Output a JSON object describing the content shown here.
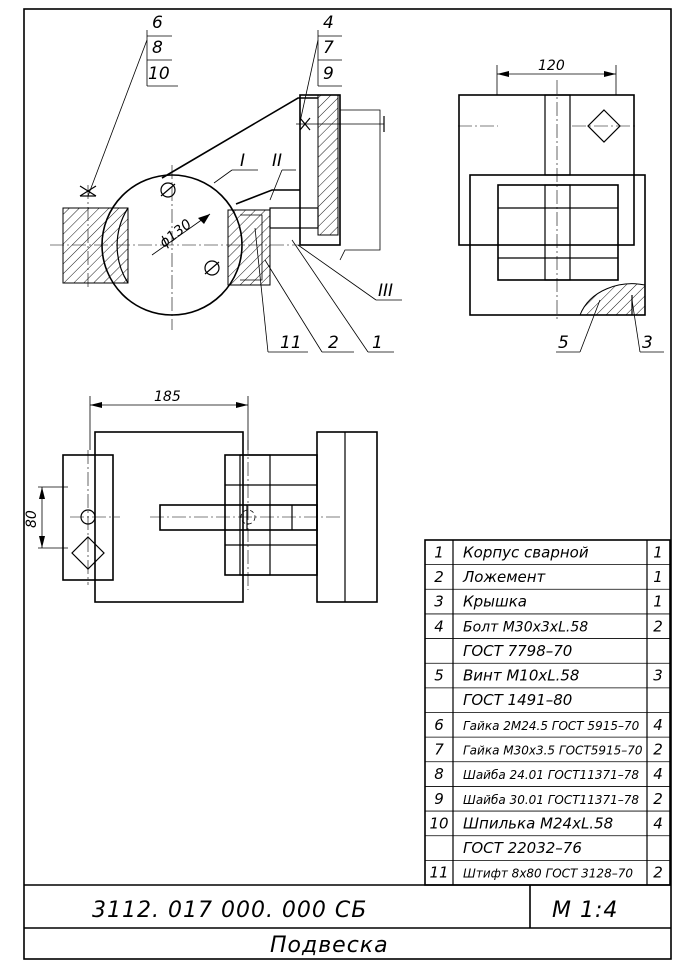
{
  "callouts": {
    "top_left": [
      "6",
      "8",
      "10"
    ],
    "top_mid": [
      "4",
      "7",
      "9"
    ],
    "section_I": "I",
    "section_II": "II",
    "section_III": "III",
    "front_bottom": [
      "11",
      "2",
      "1"
    ],
    "side": [
      "5",
      "3"
    ]
  },
  "dimensions": {
    "diameter": "ϕ130",
    "side_width": "120",
    "plan_width": "185",
    "plan_height": "80"
  },
  "parts_list": [
    {
      "pos": "1",
      "name": "Корпус сварной",
      "qty": "1",
      "size": 15
    },
    {
      "pos": "2",
      "name": "Ложемент",
      "qty": "1",
      "size": 15
    },
    {
      "pos": "3",
      "name": "Крышка",
      "qty": "1",
      "size": 15
    },
    {
      "pos": "4",
      "name": "Болт М30х3хL.58",
      "qty": "2",
      "size": 14
    },
    {
      "pos": "",
      "name": "ГОСТ 7798–70",
      "qty": "",
      "size": 15
    },
    {
      "pos": "5",
      "name": "Винт М10хL.58",
      "qty": "3",
      "size": 15
    },
    {
      "pos": "",
      "name": "ГОСТ 1491–80",
      "qty": "",
      "size": 15
    },
    {
      "pos": "6",
      "name": "Гайка 2М24.5 ГОСТ 5915–70",
      "qty": "4",
      "size": 12
    },
    {
      "pos": "7",
      "name": "Гайка М30х3.5 ГОСТ5915–70",
      "qty": "2",
      "size": 12
    },
    {
      "pos": "8",
      "name": "Шайба 24.01 ГОСТ11371–78",
      "qty": "4",
      "size": 12
    },
    {
      "pos": "9",
      "name": "Шайба 30.01 ГОСТ11371–78",
      "qty": "2",
      "size": 12
    },
    {
      "pos": "10",
      "name": "Шпилька М24хL.58",
      "qty": "4",
      "size": 15
    },
    {
      "pos": "",
      "name": "ГОСТ 22032–76",
      "qty": "",
      "size": 15
    },
    {
      "pos": "11",
      "name": "Штифт 8х80 ГОСТ 3128–70",
      "qty": "2",
      "size": 12
    }
  ],
  "title_block": {
    "designation": "3112. 017 000. 000 СБ",
    "scale": "М 1:4",
    "name": "Подвеска"
  }
}
